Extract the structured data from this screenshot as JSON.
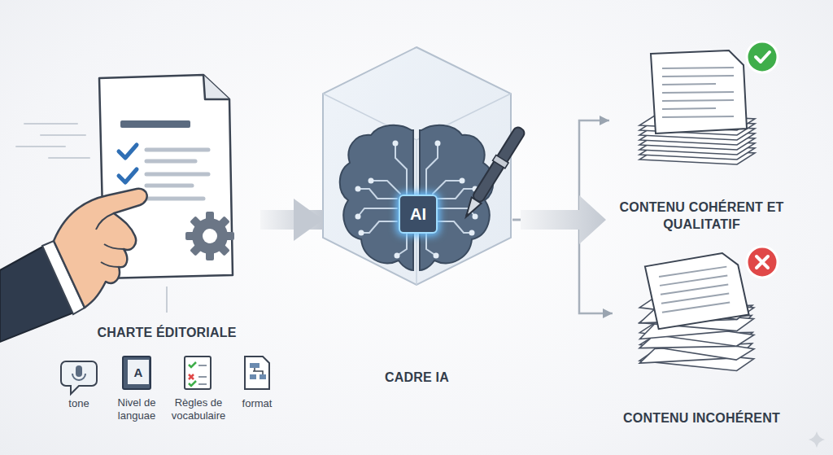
{
  "diagram": {
    "nodes": [
      {
        "text": [
          "CHARTE ÉDITORIALE"
        ]
      },
      {
        "text": [
          "CADRE IA"
        ]
      },
      {
        "text": [
          "AI"
        ],
        "in": 1
      },
      {
        "text": [
          "CONTENU COHÉRENT ET QUALITATIF"
        ]
      },
      {
        "text": [
          "CONTENU INCOHÉRENT"
        ]
      }
    ],
    "edges": [
      {
        "from": 0,
        "to": 1,
        "arrow": "to"
      },
      {
        "from": 1,
        "to": 3,
        "arrow": "to"
      },
      {
        "from": 1,
        "to": 4,
        "arrow": "to"
      }
    ],
    "labels": [
      "tone",
      "A",
      "Nivel de languae",
      "Règles de vocabulaire",
      "format"
    ]
  }
}
